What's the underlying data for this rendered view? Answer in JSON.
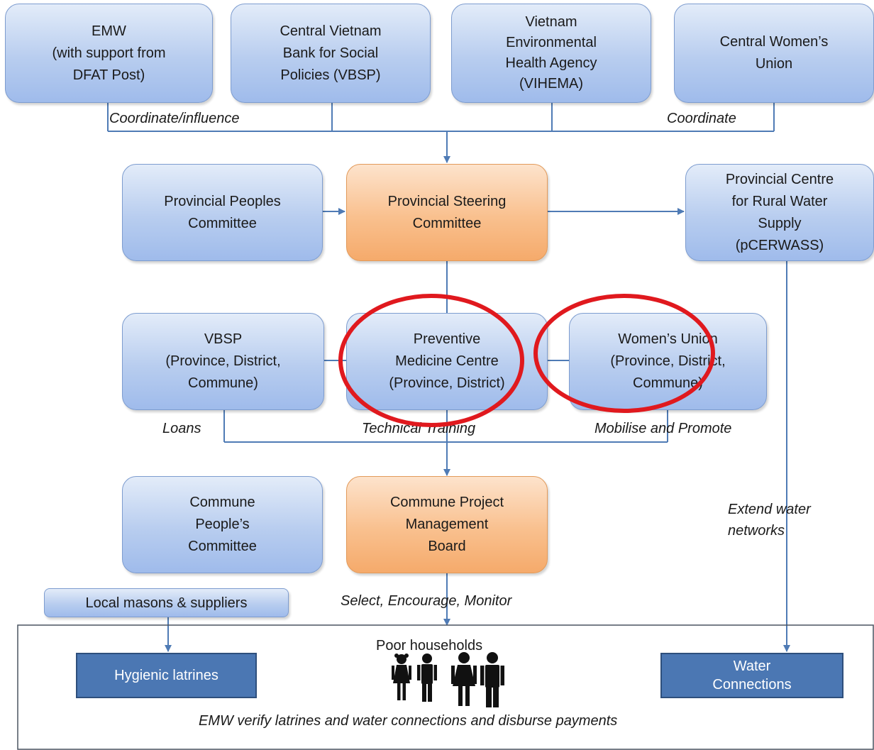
{
  "nodes": {
    "emw": "EMW\n(with support from\nDFAT Post)",
    "vbsp_central": "Central Vietnam\nBank for Social\nPolicies (VBSP)",
    "vihema": "Vietnam\nEnvironmental\nHealth Agency\n(VIHEMA)",
    "womens_union_central": "Central Women’s\nUnion",
    "provincial_peoples_committee": "Provincial Peoples\nCommittee",
    "provincial_steering_committee": "Provincial Steering\nCommittee",
    "pcerwass": "Provincial Centre\nfor Rural Water\nSupply\n(pCERWASS)",
    "vbsp_local": "VBSP\n(Province, District,\nCommune)",
    "preventive_medicine": "Preventive\nMedicine Centre\n(Province, District)",
    "womens_union_local": "Women’s Union\n(Province, District,\nCommune)",
    "commune_peoples_committee": "Commune\nPeople’s\nCommittee",
    "commune_pmb": "Commune Project\nManagement\nBoard",
    "local_masons": "Local masons & suppliers",
    "hygienic_latrines": "Hygienic latrines",
    "water_connections": "Water\nConnections",
    "poor_households": "Poor households"
  },
  "labels": {
    "coordinate_influence": "Coordinate/influence",
    "coordinate": "Coordinate",
    "loans": "Loans",
    "technical_training": "Technical Training",
    "mobilise_promote": "Mobilise and Promote",
    "extend_water_1": "Extend water",
    "extend_water_2": "networks",
    "select_encourage": "Select, Encourage, Monitor",
    "verify": "EMW verify latrines and water connections and disburse payments"
  },
  "colors": {
    "blue_box": "#b8cdef",
    "orange_box": "#f9c08e",
    "connector": "#4f7bb5",
    "highlight_circle": "#e0191e",
    "dark_box": "#4b77b3"
  },
  "icons": [
    "girl-icon",
    "boy-icon",
    "woman-icon",
    "man-icon"
  ]
}
